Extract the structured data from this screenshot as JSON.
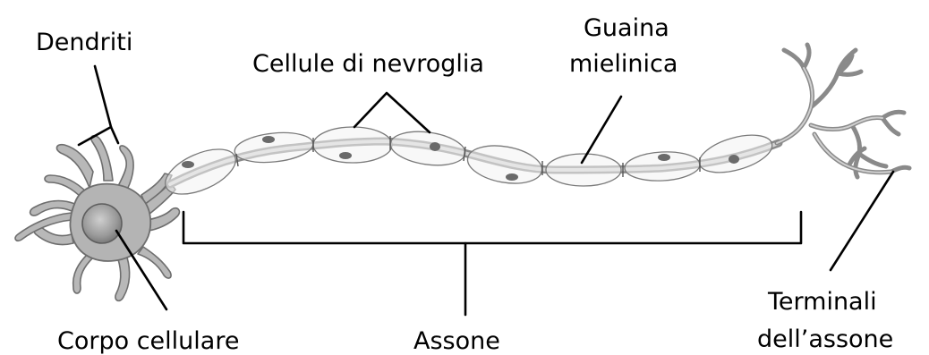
{
  "labels": {
    "dendriti": "Dendriti",
    "cellule_nevroglia": "Cellule di nevroglia",
    "guaina_line1": "Guaina",
    "guaina_line2": "mielinica",
    "corpo_cellulare": "Corpo cellulare",
    "assone": "Assone",
    "terminali_line1": "Terminali",
    "terminali_line2": "dell’assone"
  }
}
